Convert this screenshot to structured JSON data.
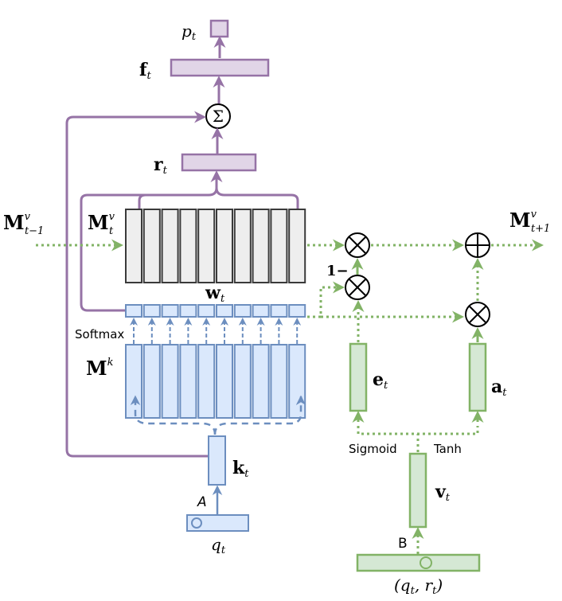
{
  "title": "Dynamic Key-Value Memory Network diagram",
  "colors": {
    "read_path": "#9673a6",
    "read_fill": "#e1d5e7",
    "value_memory_fill": "#eeeeee",
    "key_path": "#6c8ebf",
    "key_fill": "#dae8fc",
    "write_path": "#82b366",
    "write_fill": "#d5e8d4"
  },
  "labels": {
    "p_t": "p",
    "p_t_sub": "t",
    "f_t": "f",
    "f_t_sub": "t",
    "sum_op": "Σ",
    "r_t": "r",
    "r_t_sub": "t",
    "M_prev": "M",
    "M_prev_sup": "v",
    "M_prev_sub": "t−1",
    "M_cur": "M",
    "M_cur_sup": "v",
    "M_cur_sub": "t",
    "M_next": "M",
    "M_next_sup": "v",
    "M_next_sub": "t+1",
    "w_t": "w",
    "w_t_sub": "t",
    "softmax": "Softmax",
    "M_key": "M",
    "M_key_sup": "k",
    "k_t": "k",
    "k_t_sub": "t",
    "A": "A",
    "q_t": "q",
    "q_t_sub": "t",
    "one_minus": "1−",
    "e_t": "e",
    "e_t_sub": "t",
    "a_t": "a",
    "a_t_sub": "t",
    "sigmoid": "Sigmoid",
    "tanh": "Tanh",
    "v_t": "v",
    "v_t_sub": "t",
    "B": "B",
    "qr_t": "(q",
    "qr_t_sub1": "t",
    "qr_t_mid": ", r",
    "qr_t_sub2": "t",
    "qr_t_end": ")"
  },
  "memory_slots": 10
}
